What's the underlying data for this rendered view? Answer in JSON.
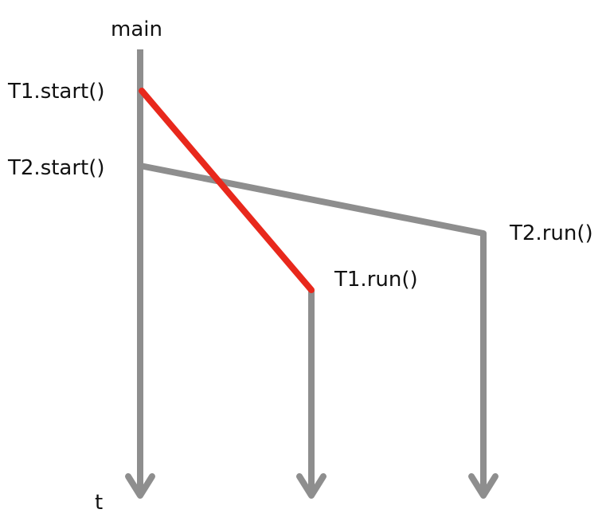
{
  "labels": {
    "main": "main",
    "t1_start": "T1.start()",
    "t2_start": "T2.start()",
    "t1_run": "T1.run()",
    "t2_run": "T2.run()",
    "time_axis": "t"
  },
  "colors": {
    "timeline": "#8e8e8e",
    "t1_spawn": "#e8281c",
    "text": "#111111",
    "background": "#ffffff"
  }
}
